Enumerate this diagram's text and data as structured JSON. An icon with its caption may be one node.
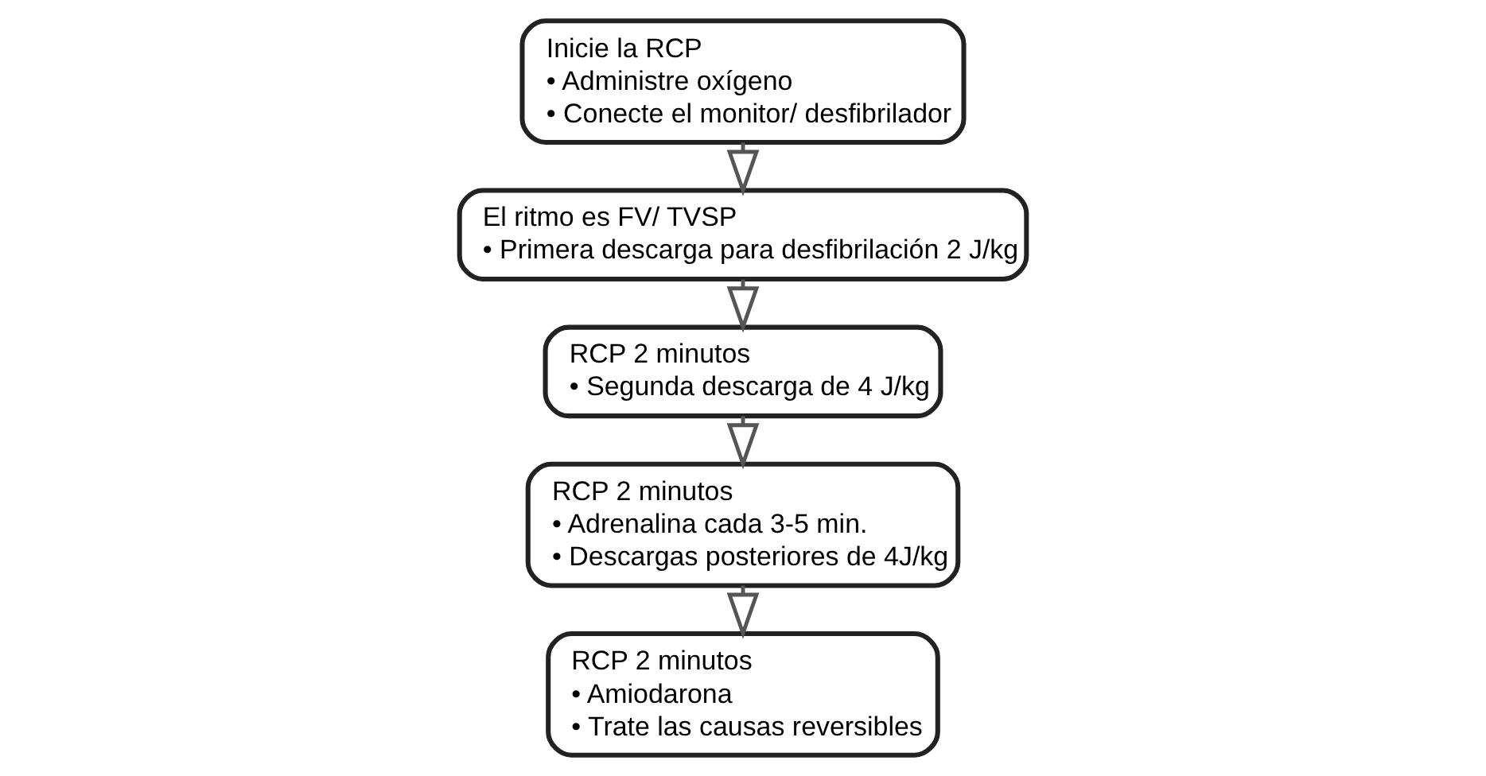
{
  "diagram": {
    "nodes": [
      {
        "text": [
          "Inicie la RCP",
          "• Administre oxígeno",
          "• Conecte el monitor/ desfibrilador"
        ]
      },
      {
        "text": [
          "El ritmo es FV/ TVSP",
          "• Primera descarga para desfibrilación 2 J/kg"
        ]
      },
      {
        "text": [
          "RCP 2 minutos",
          "• Segunda descarga de 4 J/kg"
        ]
      },
      {
        "text": [
          "RCP 2 minutos",
          "• Adrenalina cada 3-5 min.",
          "• Descargas posteriores de 4J/kg"
        ]
      },
      {
        "text": [
          "RCP 2 minutos",
          "• Amiodarona",
          "• Trate las causas reversibles"
        ]
      }
    ],
    "edges": [
      {
        "from": 0,
        "to": 1,
        "arrow": "to"
      },
      {
        "from": 1,
        "to": 2,
        "arrow": "to"
      },
      {
        "from": 2,
        "to": 3,
        "arrow": "to"
      },
      {
        "from": 3,
        "to": 4,
        "arrow": "to"
      }
    ]
  }
}
